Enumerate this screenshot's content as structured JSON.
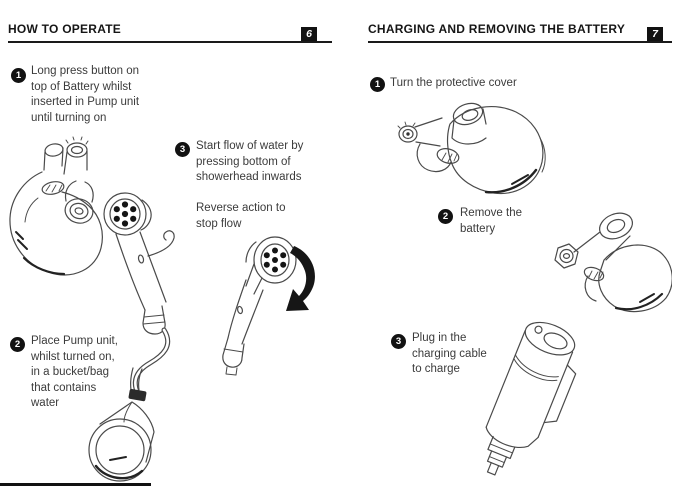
{
  "colors": {
    "ink": "#161616",
    "body_text": "#3b3b3b",
    "line_art": "#4a4a4a",
    "badge_bg": "#121212"
  },
  "pages": {
    "left": {
      "title": "HOW TO OPERATE",
      "page_number": "6",
      "steps": [
        {
          "number": "1",
          "text": "Long press button on\ntop of Battery whilst\ninserted in Pump unit\nuntil turning on"
        },
        {
          "number": "2",
          "text": "Place Pump unit,\nwhilst turned on,\nin a bucket/bag\nthat contains\nwater"
        },
        {
          "number": "3",
          "text": "Start flow of water by\npressing bottom of\nshowerhead inwards\n\nReverse action to\nstop flow"
        }
      ],
      "illustrations": [
        "pump-unit-with-battery",
        "showerhead-with-hook",
        "hose",
        "pump-unit-in-water",
        "showerhead-face-with-rotate-arrow"
      ]
    },
    "right": {
      "title": "CHARGING AND REMOVING THE BATTERY",
      "page_number": "7",
      "steps": [
        {
          "number": "1",
          "text": "Turn the protective cover"
        },
        {
          "number": "2",
          "text": "Remove the\nbattery"
        },
        {
          "number": "3",
          "text": "Plug in the\ncharging cable\nto charge"
        }
      ],
      "illustrations": [
        "pump-unit-protective-cover",
        "pump-unit-battery-removed",
        "battery-with-charging-cable"
      ]
    }
  }
}
